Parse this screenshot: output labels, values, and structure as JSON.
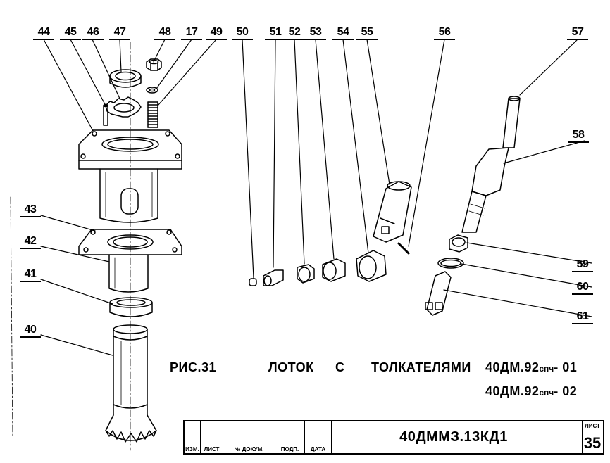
{
  "callouts": [
    {
      "id": "44",
      "label": "44"
    },
    {
      "id": "45",
      "label": "45"
    },
    {
      "id": "46",
      "label": "46"
    },
    {
      "id": "47",
      "label": "47"
    },
    {
      "id": "48",
      "label": "48"
    },
    {
      "id": "17",
      "label": "17"
    },
    {
      "id": "49",
      "label": "49"
    },
    {
      "id": "50",
      "label": "50"
    },
    {
      "id": "51",
      "label": "51"
    },
    {
      "id": "52",
      "label": "52"
    },
    {
      "id": "53",
      "label": "53"
    },
    {
      "id": "54",
      "label": "54"
    },
    {
      "id": "55",
      "label": "55"
    },
    {
      "id": "56",
      "label": "56"
    },
    {
      "id": "57",
      "label": "57"
    },
    {
      "id": "58",
      "label": "58"
    },
    {
      "id": "43",
      "label": "43"
    },
    {
      "id": "42",
      "label": "42"
    },
    {
      "id": "41",
      "label": "41"
    },
    {
      "id": "40",
      "label": "40"
    },
    {
      "id": "59",
      "label": "59"
    },
    {
      "id": "60",
      "label": "60"
    },
    {
      "id": "61",
      "label": "61"
    }
  ],
  "caption": {
    "figure": "РИС.31",
    "word1": "ЛОТОК",
    "word2": "С",
    "word3": "ТОЛКАТЕЛЯМИ",
    "model1_main": "40ДМ.92",
    "model1_sub": "спч",
    "model1_suffix": "- 01",
    "model2_main": "40ДМ.92",
    "model2_sub": "спч",
    "model2_suffix": "- 02"
  },
  "title_block": {
    "columns": [
      "ИЗМ.",
      "ЛИСТ",
      "№ ДОКУМ.",
      "ПОДП.",
      "ДАТА"
    ],
    "document": "40ДММЗ.13КД1",
    "sheet_label": "ЛИСТ",
    "sheet_number": "35"
  }
}
